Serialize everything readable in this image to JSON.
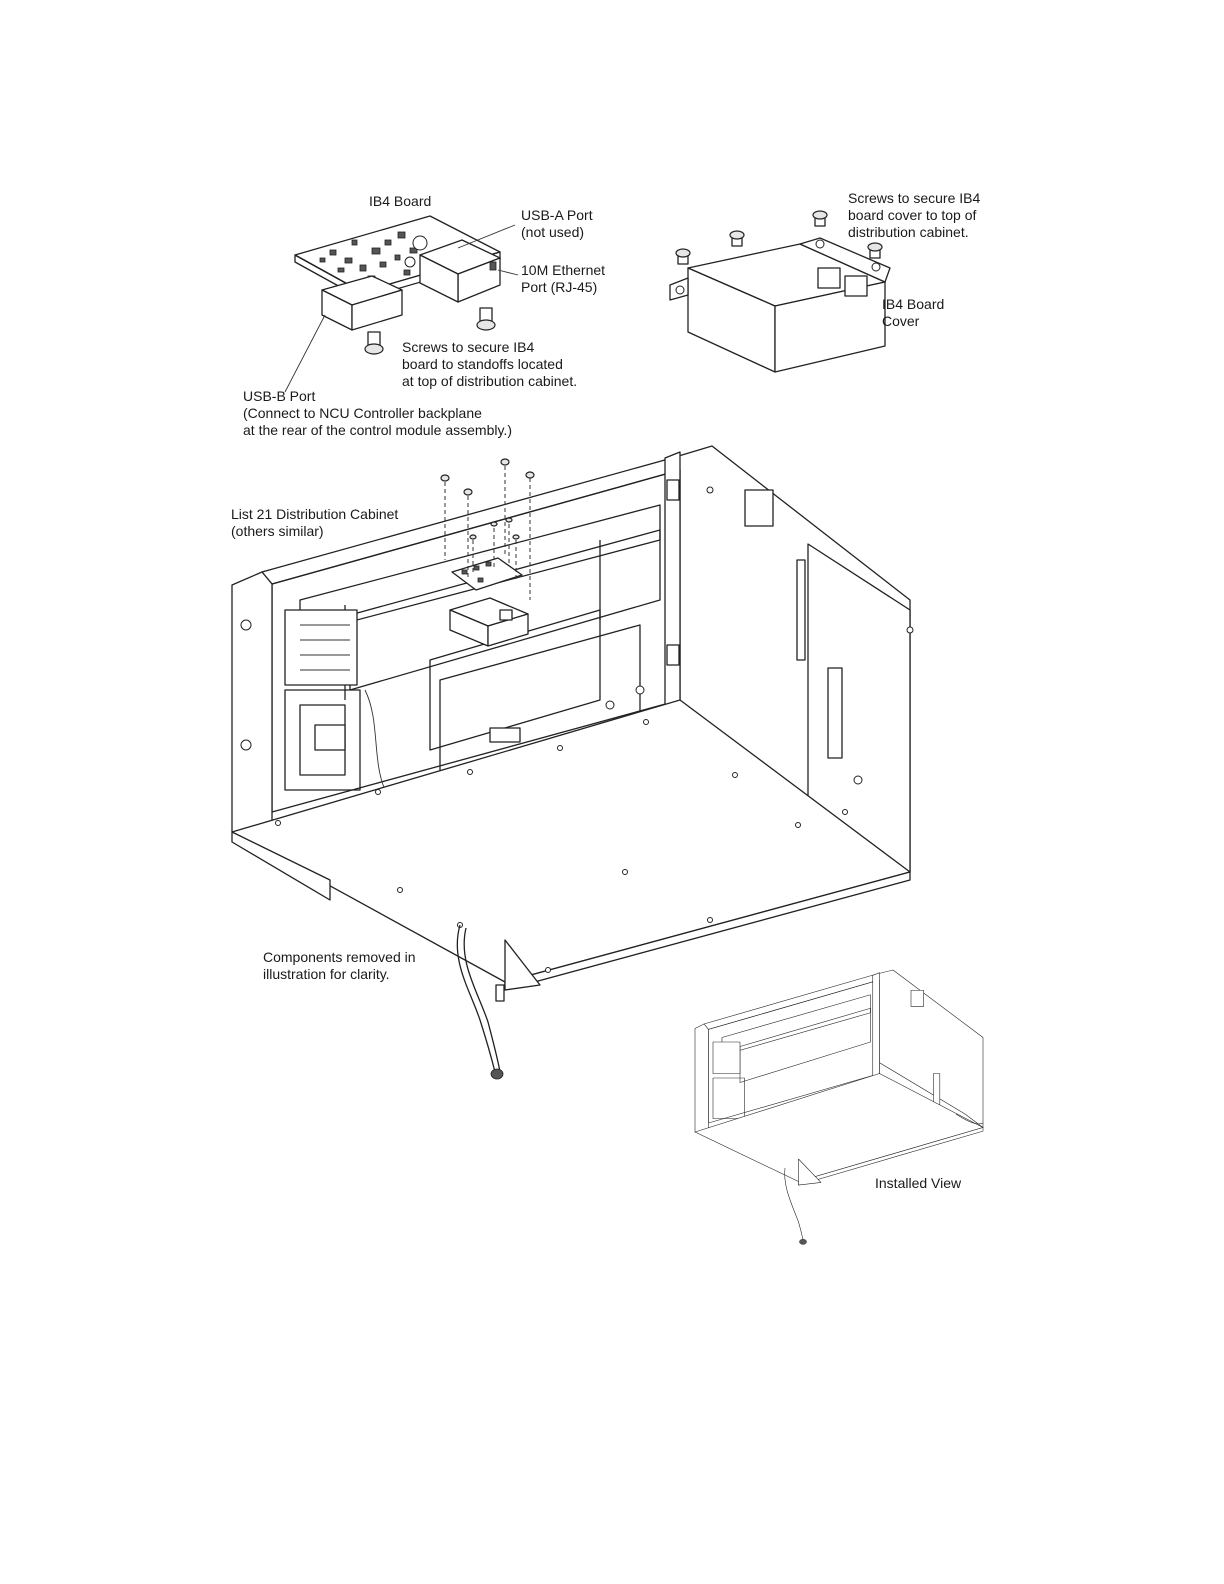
{
  "labels": {
    "ib4_board": "IB4 Board",
    "usb_a_line1": "USB-A Port",
    "usb_a_line2": "(not used)",
    "ethernet_line1": "10M Ethernet",
    "ethernet_line2": "Port (RJ-45)",
    "screws_board_line1": "Screws to secure IB4",
    "screws_board_line2": "board to standoffs located",
    "screws_board_line3": "at top of distribution cabinet.",
    "usb_b_line1": "USB-B Port",
    "usb_b_line2": "(Connect to NCU Controller backplane",
    "usb_b_line3": "at the rear of the control module assembly.)",
    "screws_cover_line1": "Screws to secure IB4",
    "screws_cover_line2": "board cover to top of",
    "screws_cover_line3": "distribution cabinet.",
    "cover_line1": "IB4 Board",
    "cover_line2": "Cover",
    "cabinet_line1": "List 21 Distribution Cabinet",
    "cabinet_line2": "(others similar)",
    "components_line1": "Components removed in",
    "components_line2": "illustration for clarity.",
    "installed_view": "Installed View"
  }
}
